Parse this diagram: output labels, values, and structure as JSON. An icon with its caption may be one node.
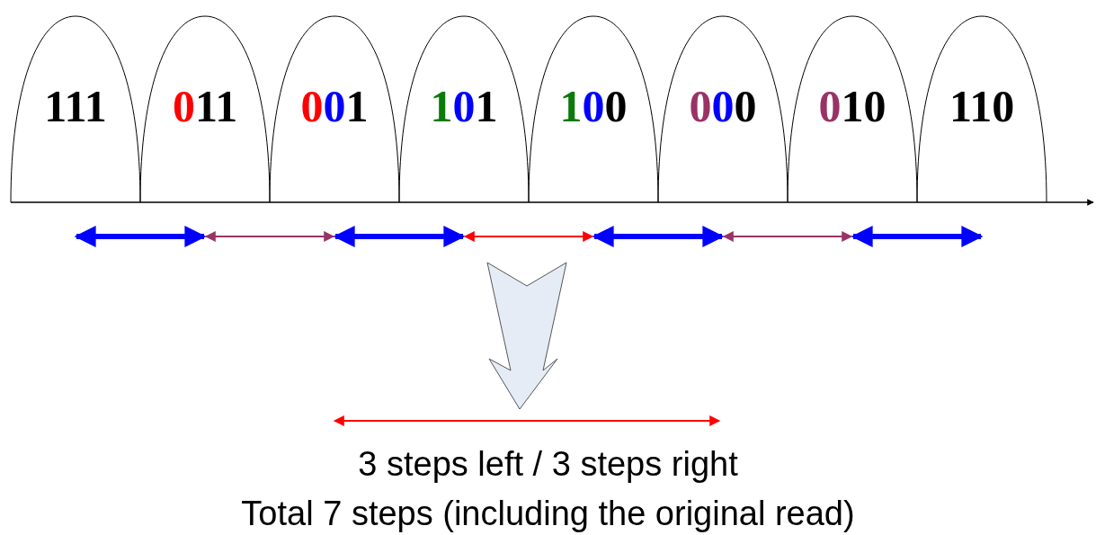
{
  "diagram": {
    "nodes": [
      {
        "text": [
          "111"
        ]
      },
      {
        "text": [
          "011"
        ]
      },
      {
        "text": [
          "001"
        ]
      },
      {
        "text": [
          "101"
        ]
      },
      {
        "text": [
          "100"
        ]
      },
      {
        "text": [
          "000"
        ]
      },
      {
        "text": [
          "010"
        ]
      },
      {
        "text": [
          "110"
        ]
      }
    ],
    "edges": [
      {
        "from": 0,
        "to": 1,
        "arrow": "both"
      },
      {
        "from": 1,
        "to": 2,
        "arrow": "both",
        "color": "#993366"
      },
      {
        "from": 2,
        "to": 3,
        "arrow": "both"
      },
      {
        "from": 3,
        "to": 4,
        "arrow": "both",
        "color": "#ff0000"
      },
      {
        "from": 4,
        "to": 5,
        "arrow": "both"
      },
      {
        "from": 5,
        "to": 6,
        "arrow": "both",
        "color": "#993366"
      },
      {
        "from": 6,
        "to": 7,
        "arrow": "both"
      }
    ],
    "labels": [
      "3 steps left / 3 steps right",
      "Total 7 steps (including the original read)"
    ]
  }
}
